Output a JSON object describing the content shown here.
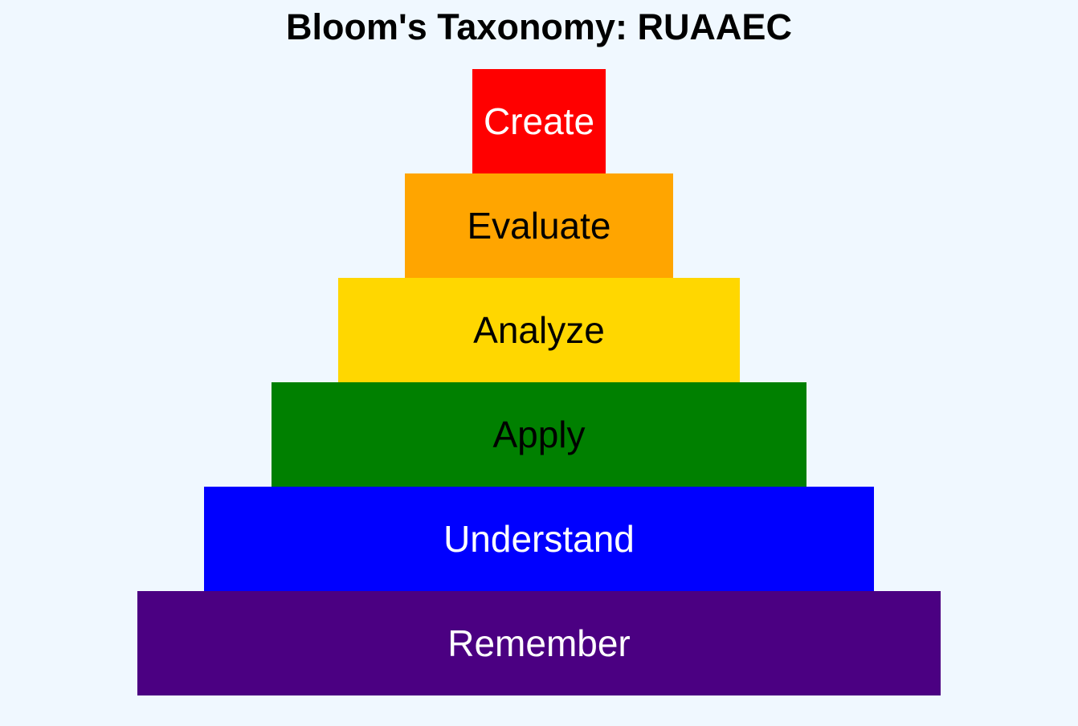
{
  "page": {
    "title": "Bloom's Taxonomy: RUAAEC",
    "background_color": "#F0F8FF",
    "title_color": "#000000"
  },
  "pyramid": {
    "levels": [
      {
        "label": "Create",
        "color": "#FF0000",
        "text_color": "#FFFFFF",
        "width_fraction": 0.1667
      },
      {
        "label": "Evaluate",
        "color": "#FFA500",
        "text_color": "#000000",
        "width_fraction": 0.3333
      },
      {
        "label": "Analyze",
        "color": "#FFD700",
        "text_color": "#000000",
        "width_fraction": 0.5
      },
      {
        "label": "Apply",
        "color": "#008000",
        "text_color": "#000000",
        "width_fraction": 0.6667
      },
      {
        "label": "Understand",
        "color": "#0000FF",
        "text_color": "#FFFFFF",
        "width_fraction": 0.8333
      },
      {
        "label": "Remember",
        "color": "#4B0082",
        "text_color": "#FFFFFF",
        "width_fraction": 1.0
      }
    ]
  }
}
